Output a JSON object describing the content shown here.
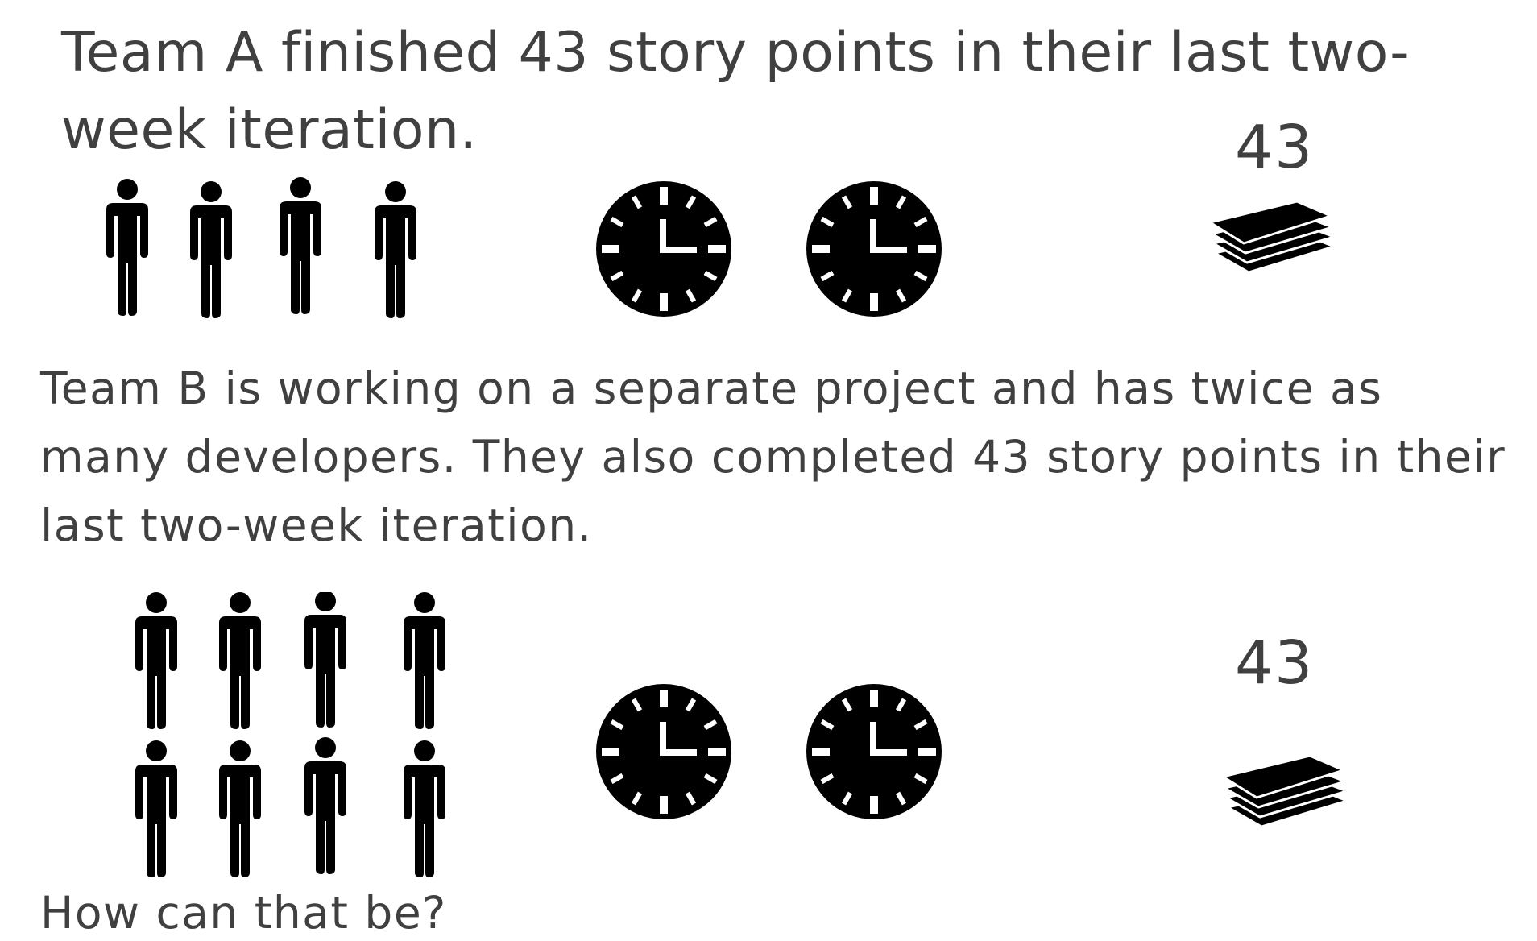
{
  "team_a": {
    "text": "Team A finished 43 story points in their last two-week iteration.",
    "developers": 4,
    "iterations_weeks": 2,
    "story_points_label": "43"
  },
  "team_b": {
    "text": "Team B is working on a separate project and has twice as many developers. They also completed 43 story points in their last two-week iteration.",
    "developers": 8,
    "iterations_weeks": 2,
    "story_points_label": "43"
  },
  "question": "How can that be?",
  "icons": {
    "person": "person-icon",
    "clock": "clock-icon",
    "paper_stack": "paper-stack-icon"
  },
  "colors": {
    "text": "#404040",
    "icon": "#000000"
  }
}
